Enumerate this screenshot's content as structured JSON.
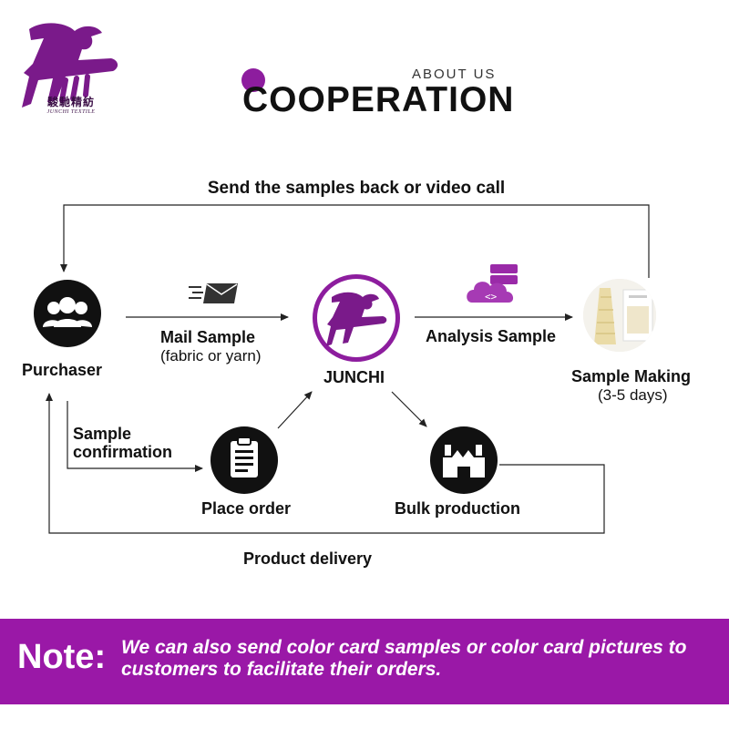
{
  "brand": {
    "name_cn": "駿馳精紡",
    "name_en": "JUNCHI TEXTILE",
    "color": "#8d1d9e"
  },
  "header": {
    "eyebrow": "ABOUT US",
    "title": "COOPERATION"
  },
  "diagram": {
    "nodes": {
      "purchaser": {
        "label": "Purchaser",
        "icon": "people-group-icon"
      },
      "junchi": {
        "label": "JUNCHI",
        "icon": "junchi-logo"
      },
      "sample_making": {
        "label": "Sample Making",
        "sub": "(3-5 days)",
        "icon": "yarn-cone-photo"
      },
      "place_order": {
        "label": "Place order",
        "icon": "clipboard-icon"
      },
      "bulk_production": {
        "label": "Bulk production",
        "icon": "factory-icon"
      }
    },
    "edges": {
      "send_back": "Send the samples back or video call",
      "mail_sample": "Mail Sample",
      "mail_sample_sub": "(fabric or yarn)",
      "analysis_sample": "Analysis Sample",
      "sample_confirmation_1": "Sample",
      "sample_confirmation_2": "confirmation",
      "product_delivery": "Product delivery"
    },
    "edge_icons": {
      "mail": "mail-envelope-icon",
      "analysis": "cloud-server-code-icon"
    }
  },
  "note": {
    "label": "Note:",
    "text": "We can also send color card samples or color card pictures to customers to facilitate their orders.",
    "background": "#9a18a7"
  }
}
